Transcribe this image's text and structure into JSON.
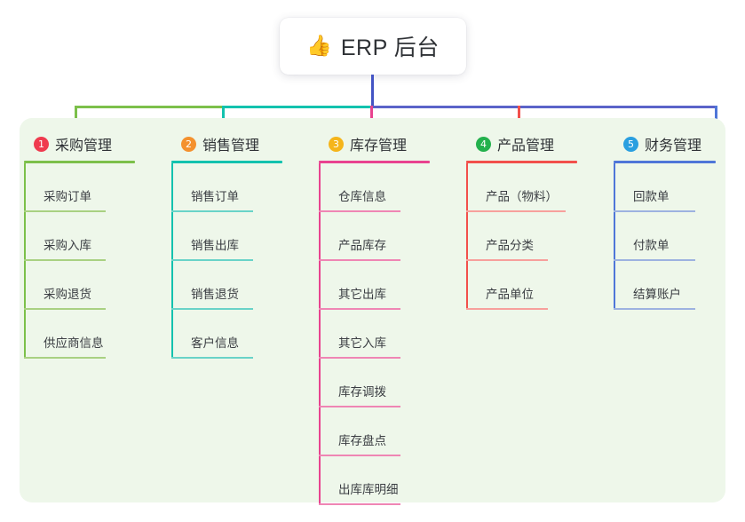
{
  "root": {
    "emoji": "👍",
    "emoji_name": "thumbs-up-icon",
    "title": "ERP 后台"
  },
  "palette": {
    "panel_background": "#eef7ea",
    "page_background": "#ffffff",
    "card_background": "#ffffff",
    "title_text": "#2f3236",
    "trunk": "#4354c4"
  },
  "connector": {
    "trunk_color": "#4354c4",
    "segments": [
      {
        "name": "bus-green",
        "color": "#7cc04a"
      },
      {
        "name": "bus-teal",
        "color": "#13c2ae"
      },
      {
        "name": "bus-blue",
        "color": "#5b63c9"
      }
    ]
  },
  "columns": [
    {
      "index": "1",
      "title": "采购管理",
      "badge_color": "#ef3b4f",
      "line_color": "#7cc04a",
      "leaf_line_color": "#a9d182",
      "items": [
        {
          "label": "采购订单"
        },
        {
          "label": "采购入库"
        },
        {
          "label": "采购退货"
        },
        {
          "label": "供应商信息"
        }
      ]
    },
    {
      "index": "2",
      "title": "销售管理",
      "badge_color": "#f4912e",
      "line_color": "#13c2ae",
      "leaf_line_color": "#69d3c8",
      "items": [
        {
          "label": "销售订单"
        },
        {
          "label": "销售出库"
        },
        {
          "label": "销售退货"
        },
        {
          "label": "客户信息"
        }
      ]
    },
    {
      "index": "3",
      "title": "库存管理",
      "badge_color": "#f5b51b",
      "line_color": "#e8438f",
      "leaf_line_color": "#ef86b4",
      "items": [
        {
          "label": "仓库信息"
        },
        {
          "label": "产品库存"
        },
        {
          "label": "其它出库"
        },
        {
          "label": "其它入库"
        },
        {
          "label": "库存调拨"
        },
        {
          "label": "库存盘点"
        },
        {
          "label": "出库库明细"
        }
      ]
    },
    {
      "index": "4",
      "title": "产品管理",
      "badge_color": "#23b14d",
      "line_color": "#f2504b",
      "leaf_line_color": "#f7a09c",
      "items": [
        {
          "label": "产品（物料）"
        },
        {
          "label": "产品分类"
        },
        {
          "label": "产品单位"
        }
      ]
    },
    {
      "index": "5",
      "title": "财务管理",
      "badge_color": "#2a9fe0",
      "line_color": "#4f76d8",
      "leaf_line_color": "#9db2e0",
      "items": [
        {
          "label": "回款单"
        },
        {
          "label": "付款单"
        },
        {
          "label": "结算账户"
        }
      ]
    }
  ]
}
